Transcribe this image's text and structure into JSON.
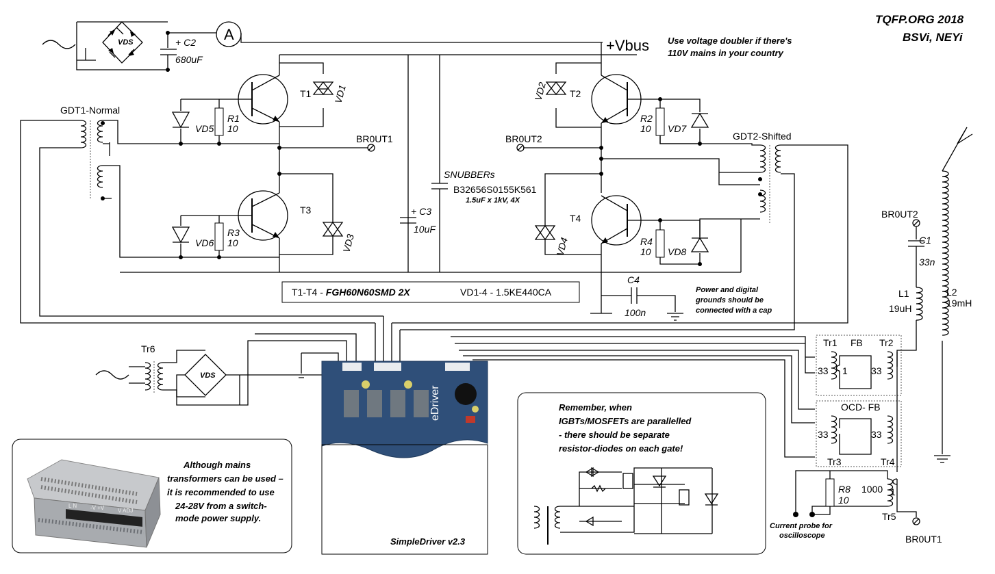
{
  "header": {
    "line1": "TQFP.ORG 2018",
    "line2": "BSVi, NEYi"
  },
  "notes": {
    "doubler_1": "Use voltage doubler if there's",
    "doubler_2": "110V mains in your country",
    "ground_1": "Power and digital",
    "ground_2": "grounds should be",
    "ground_3": "connected with a cap",
    "parallel_1": "Remember, when",
    "parallel_2": "IGBTs/MOSFETs are parallelled",
    "parallel_3": "- there should be separate",
    "parallel_4": "resistor-diodes on each gate!",
    "psu_1": "Although mains",
    "psu_2": "transformers can be used –",
    "psu_3": "it is recommended to use",
    "psu_4": "24-28V from a switch-",
    "psu_5": "mode power supply.",
    "probe_1": "Current probe for",
    "probe_2": "oscilloscope"
  },
  "components": {
    "vds": "VDS",
    "c2": "C2",
    "c2_val": "680uF",
    "ammeter": "A",
    "vbus": "+Vbus",
    "t1": "T1",
    "t2": "T2",
    "t3": "T3",
    "t4": "T4",
    "vd1": "VD1",
    "vd2": "VD2",
    "vd3": "VD3",
    "vd4": "VD4",
    "vd5": "VD5",
    "vd6": "VD6",
    "vd7": "VD7",
    "vd8": "VD8",
    "r1": "R1",
    "r2": "R2",
    "r3": "R3",
    "r4": "R4",
    "r_val": "10",
    "gdt1": "GDT1-Normal",
    "gdt2": "GDT2-Shifted",
    "br1": "BR0UT1",
    "br2": "BR0UT2",
    "snub": "SNUBBERs",
    "snub_part": "B32656S0155K561",
    "snub_val": "1.5uF x 1kV, 4X",
    "c3": "C3",
    "c3_val": "10uF",
    "c4": "C4",
    "c4_val": "100n",
    "parts_igbt_prefix": "T1-T4 - ",
    "parts_igbt": "FGH60N60SMD 2X",
    "parts_vd": "VD1-4 - 1.5KE440CA",
    "tr6": "Tr6",
    "c1": "C1",
    "c1_val": "33n",
    "l1": "L1",
    "l1_val": "19uH",
    "l2": "L2",
    "l2_val": "19mH",
    "tr1": "Tr1",
    "tr2": "Tr2",
    "tr3": "Tr3",
    "tr4": "Tr4",
    "tr5": "Tr5",
    "fb": "FB",
    "ocd_fb": "OCD- FB",
    "n33": "33",
    "n1": "1",
    "n1000": "1000",
    "r8": "R8",
    "r8_val": "10"
  },
  "board": {
    "label": "SimpleDriver v2.3",
    "silk": "eDriver"
  },
  "psu_panel": {
    "t1": "L N",
    "t2": "-V +V",
    "t3": "V ADJ"
  },
  "colors": {
    "board": "#2f4f79",
    "board_dark": "#1f3a5c",
    "wire": "#000000"
  }
}
